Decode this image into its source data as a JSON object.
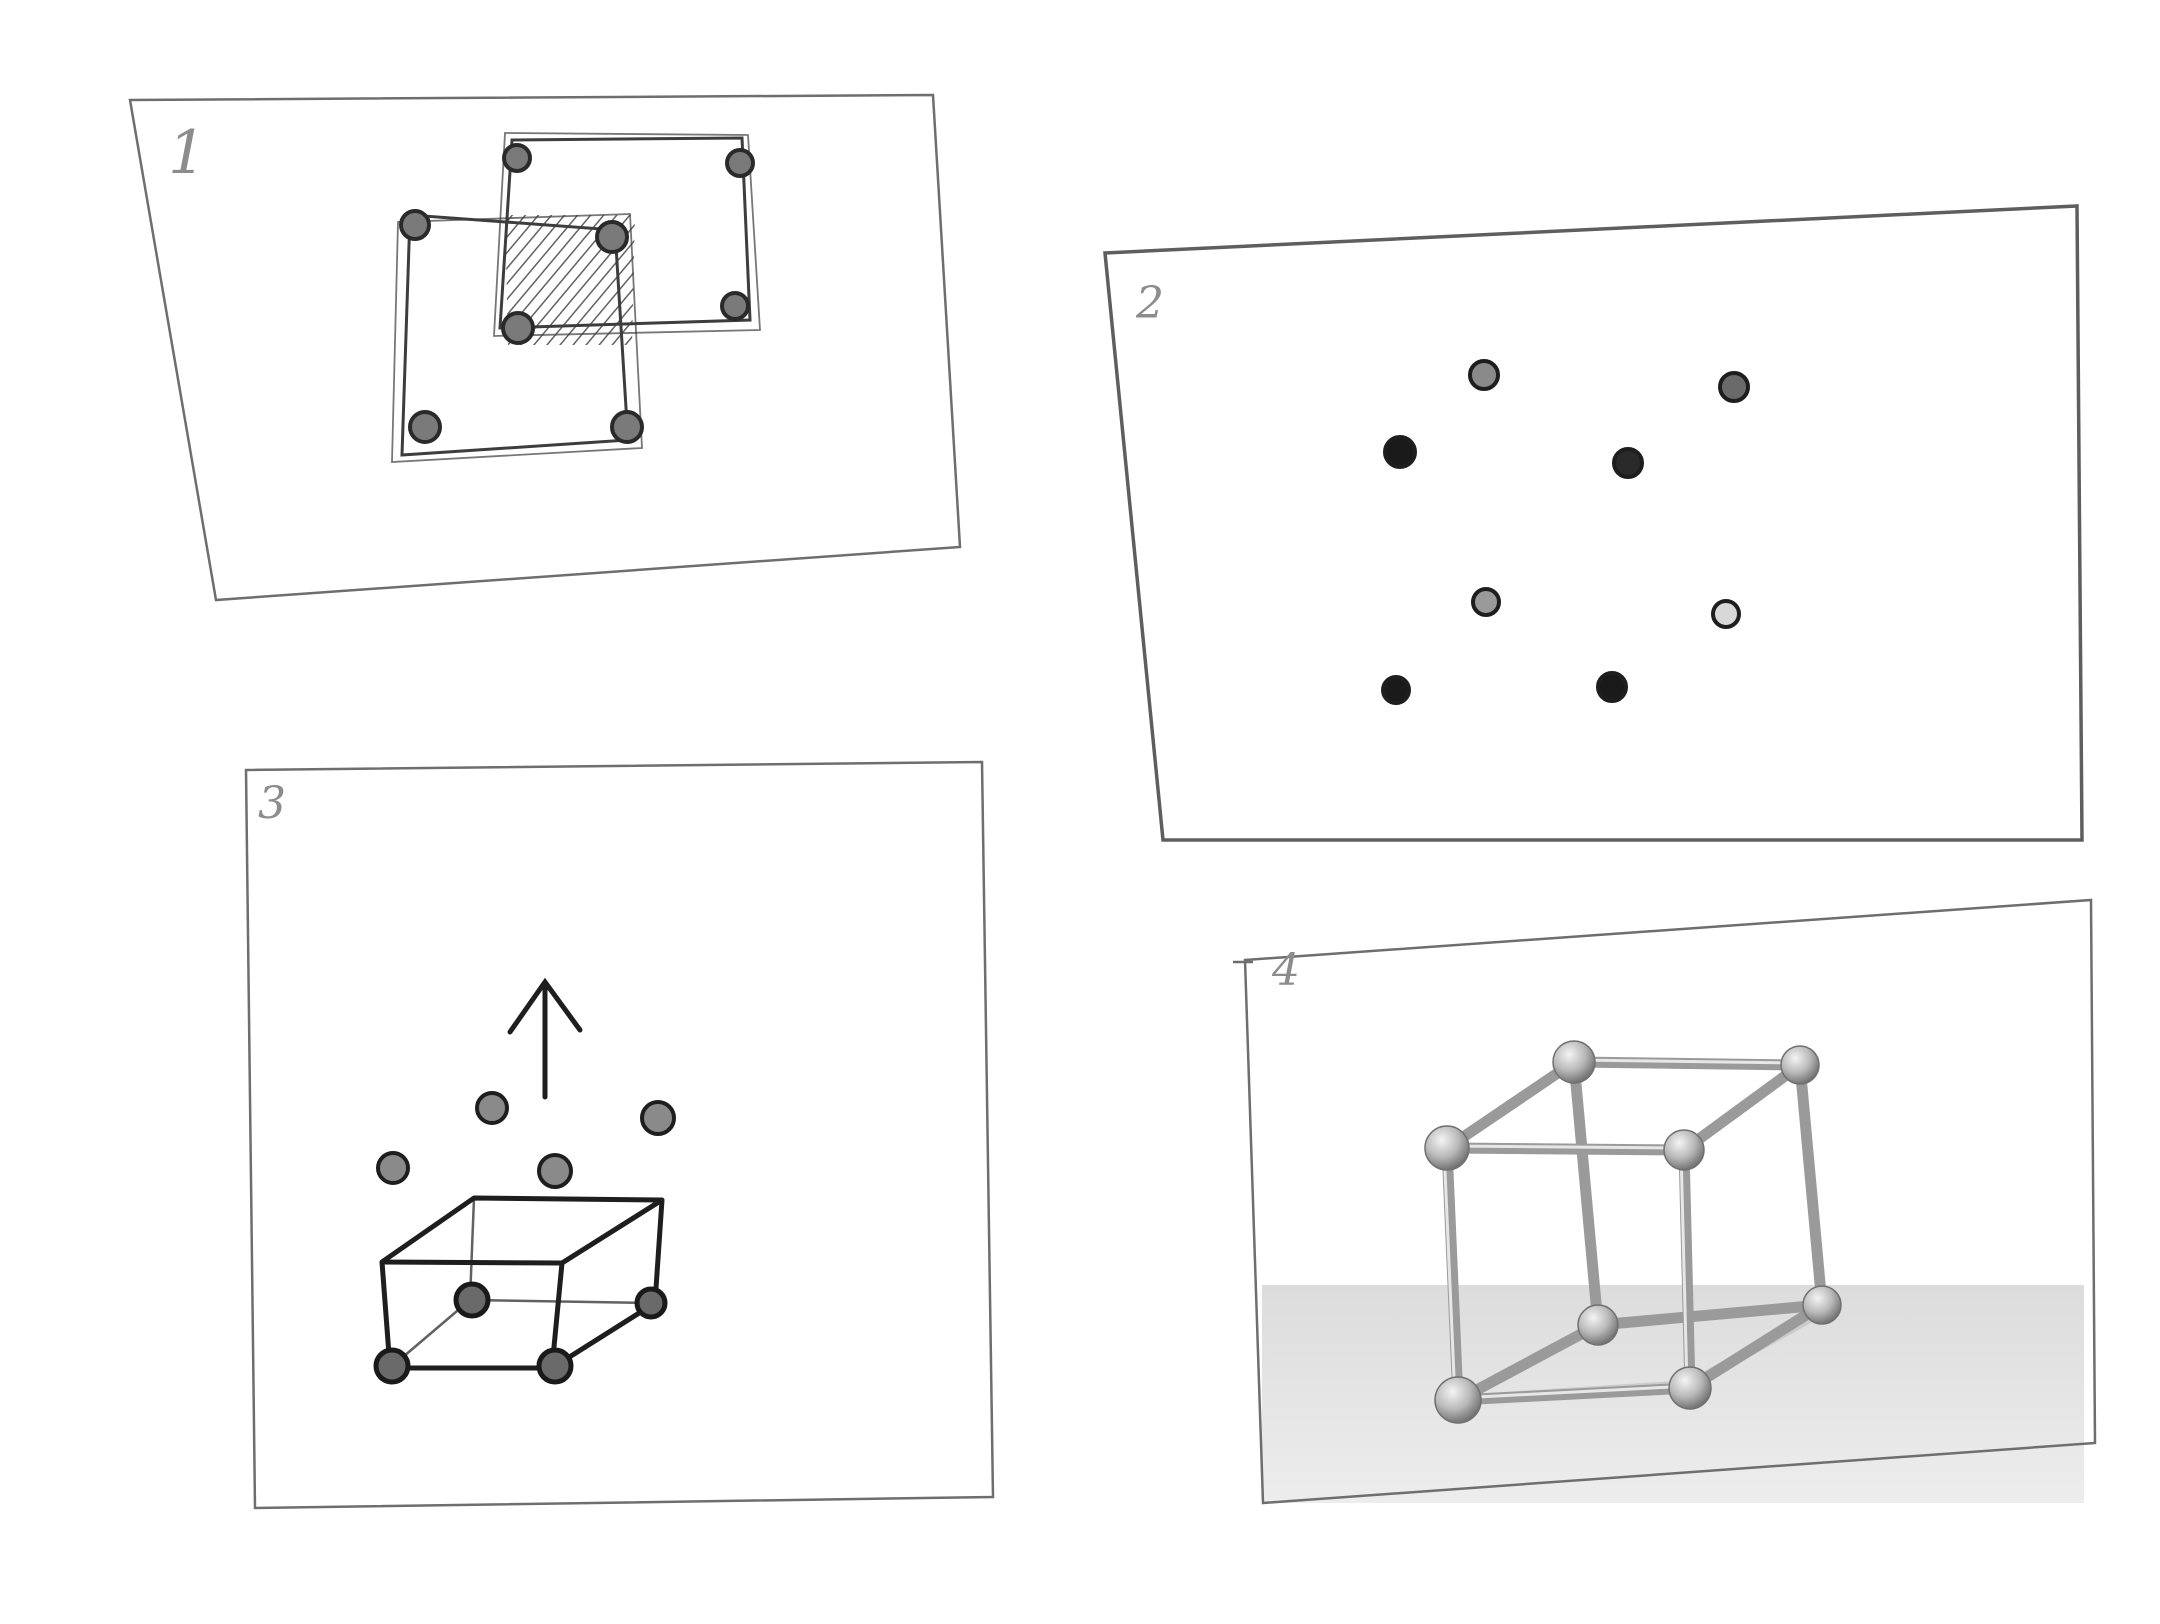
{
  "panels": [
    {
      "number": "1",
      "description_label": ""
    },
    {
      "number": "2",
      "description_label": ""
    },
    {
      "number": "3",
      "description_label": ""
    },
    {
      "number": "4",
      "description_label": ""
    }
  ],
  "colors": {
    "paper": "#ffffff",
    "pencil_dark": "#2a2a2a",
    "pencil_mid": "#555555",
    "pencil_light": "#8c8c8c",
    "floor": "#d9d9d9"
  }
}
